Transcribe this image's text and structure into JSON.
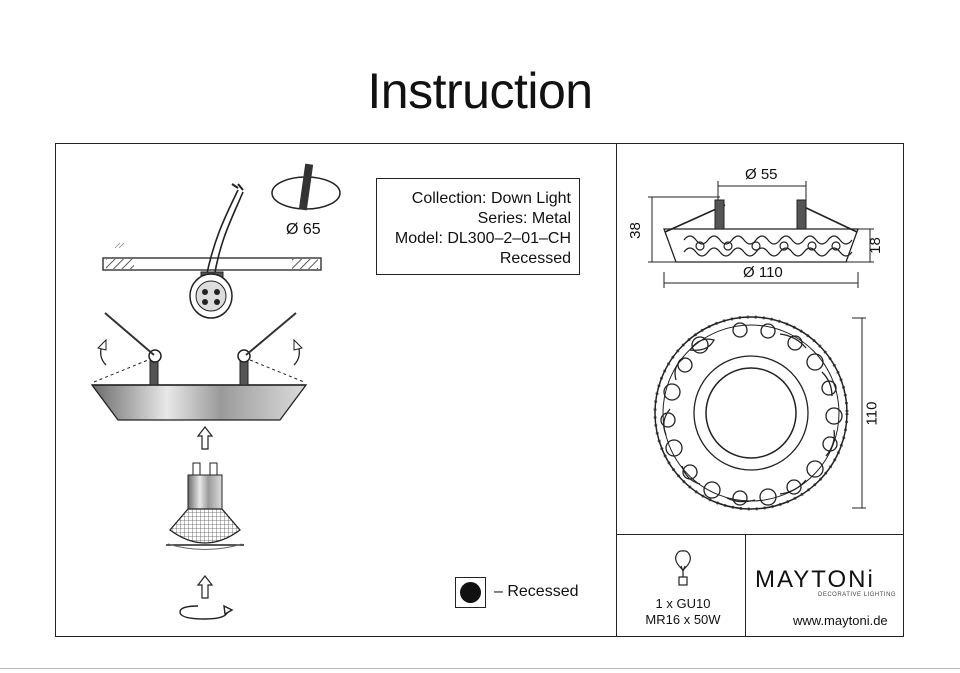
{
  "page": {
    "title": "Instruction"
  },
  "product": {
    "collection": "Collection: Down Light",
    "series": "Series: Metal",
    "model": "Model: DL300–2–01–CH",
    "type": "Recessed"
  },
  "cutout": {
    "label": "Ø 65"
  },
  "dimensions": {
    "top_diameter": "Ø 55",
    "height": "38",
    "rim_height": "18",
    "outer_diameter": "Ø 110",
    "front_diameter": "110"
  },
  "legend": {
    "label": "– Recessed"
  },
  "lamp": {
    "count": "1 x GU10",
    "spec": "MR16 x 50W",
    "icon": "bulb-icon"
  },
  "brand": {
    "name": "MAYTONi",
    "tagline": "DECORATIVE LIGHTING",
    "website": "www.maytoni.de"
  }
}
